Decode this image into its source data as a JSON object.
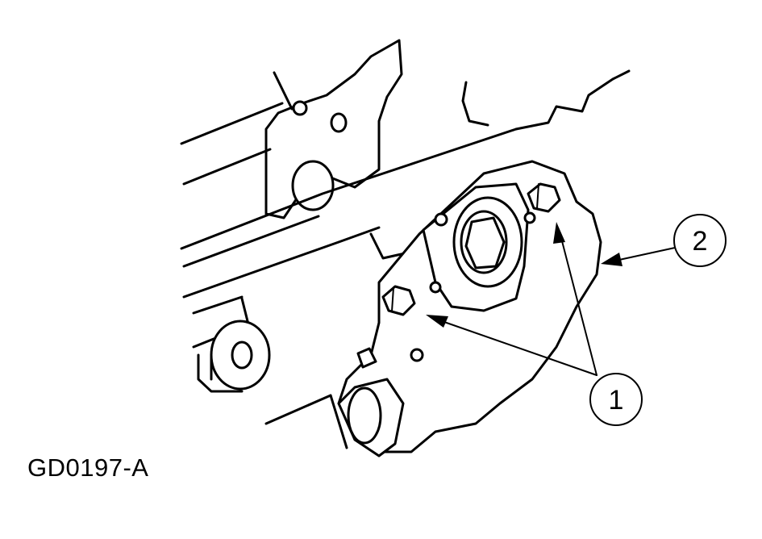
{
  "figure": {
    "id_label": "GD0197-A",
    "callouts": [
      {
        "number": "1"
      },
      {
        "number": "2"
      }
    ]
  }
}
